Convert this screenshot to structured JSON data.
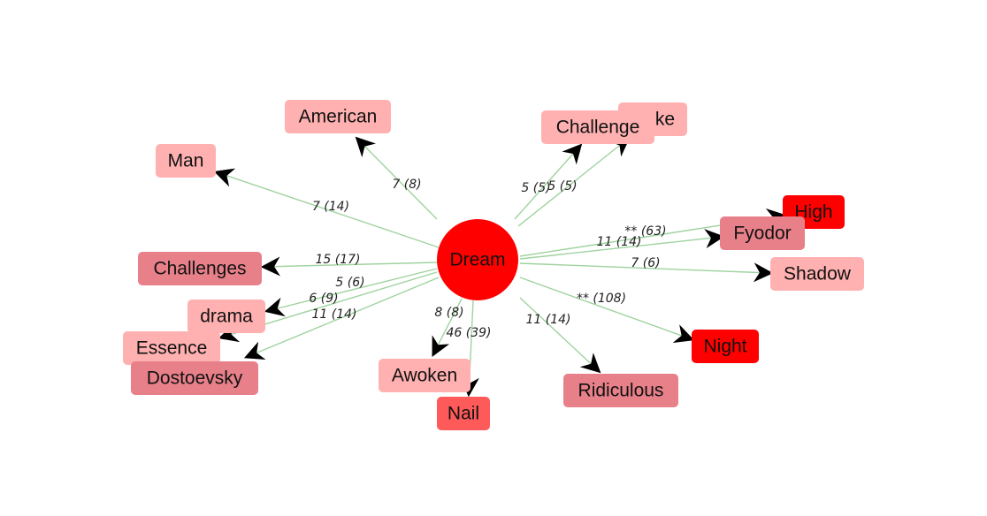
{
  "center": {
    "label": "Dream",
    "color": "#ff0000"
  },
  "colors": {
    "edge": "#9fd39f",
    "arrow": "#000000"
  },
  "nodes": [
    {
      "id": "american",
      "label": "American",
      "color": "#ffb0b0"
    },
    {
      "id": "man",
      "label": "Man",
      "color": "#ffb0b0"
    },
    {
      "id": "challenges",
      "label": "Challenges",
      "color": "#e8808a"
    },
    {
      "id": "drama",
      "label": "drama",
      "color": "#ffb0b0"
    },
    {
      "id": "essence",
      "label": "Essence",
      "color": "#ffb0b0"
    },
    {
      "id": "dostoevsky",
      "label": "Dostoevsky",
      "color": "#e8808a"
    },
    {
      "id": "awoken",
      "label": "Awoken",
      "color": "#ffb0b0"
    },
    {
      "id": "nail",
      "label": "Nail",
      "color": "#ff5a5a"
    },
    {
      "id": "ridiculous",
      "label": "Ridiculous",
      "color": "#e8808a"
    },
    {
      "id": "night",
      "label": "Night",
      "color": "#ff0000"
    },
    {
      "id": "shadow",
      "label": "Shadow",
      "color": "#ffb0b0"
    },
    {
      "id": "high",
      "label": "High",
      "color": "#ff0000"
    },
    {
      "id": "fyodor",
      "label": "Fyodor",
      "color": "#e8808a"
    },
    {
      "id": "ke",
      "label": "ke",
      "color": "#ffb0b0"
    },
    {
      "id": "challenge",
      "label": "Challenge",
      "color": "#ffb0b0"
    }
  ],
  "edges": [
    {
      "to": "american",
      "label": "7 (8)"
    },
    {
      "to": "man",
      "label": "7 (14)"
    },
    {
      "to": "challenges",
      "label": "15 (17)"
    },
    {
      "to": "drama",
      "label": "5 (6)"
    },
    {
      "to": "essence",
      "label": "6 (9)"
    },
    {
      "to": "dostoevsky",
      "label": "11 (14)"
    },
    {
      "to": "awoken",
      "label": "8 (8)"
    },
    {
      "to": "nail",
      "label": "46 (39)"
    },
    {
      "to": "ridiculous",
      "label": "11 (14)"
    },
    {
      "to": "night",
      "label": "** (108)"
    },
    {
      "to": "shadow",
      "label": "7 (6)"
    },
    {
      "to": "high",
      "label": "** (63)"
    },
    {
      "to": "fyodor",
      "label": "11 (14)"
    },
    {
      "to": "ke",
      "label": "5 (5)"
    },
    {
      "to": "challenge",
      "label": "5 (5)"
    }
  ]
}
